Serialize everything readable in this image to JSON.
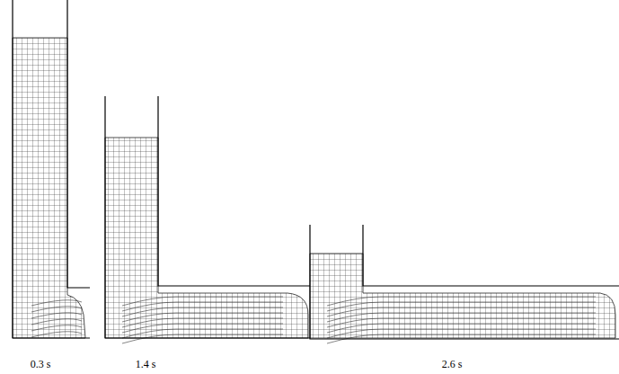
{
  "diagram": {
    "labels": [
      "0.3 s",
      "1.4 s",
      "2.6 s"
    ]
  }
}
